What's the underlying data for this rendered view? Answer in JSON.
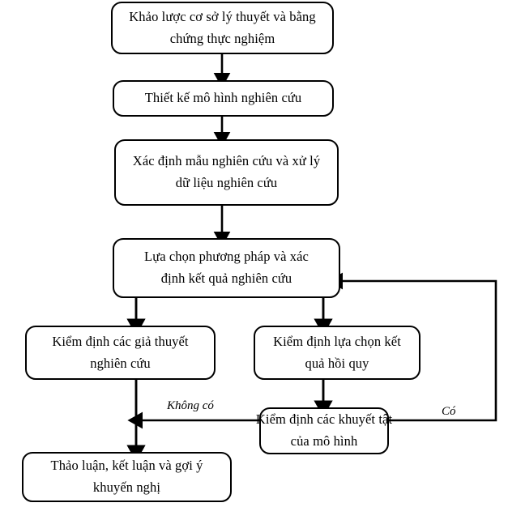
{
  "diagram": {
    "title": "Quy trinh nghien cuu",
    "type": "flowchart",
    "orientation": "top-to-bottom",
    "stroke_color": "#000000",
    "fill_color": "#ffffff",
    "nodes": [
      {
        "id": "literature-review",
        "shape": "rounded-rectangle",
        "line1": "Khảo lược cơ sở lý thuyết và bằng",
        "line2": "chứng thực nghiệm"
      },
      {
        "id": "research-model-design",
        "shape": "rounded-rectangle",
        "line1": "Thiết kế mô hình nghiên cứu",
        "line2": ""
      },
      {
        "id": "sample-and-data",
        "shape": "rounded-rectangle",
        "line1": "Xác định mẫu nghiên cứu và xử lý",
        "line2": "dữ liệu nghiên cứu"
      },
      {
        "id": "method-and-results",
        "shape": "rounded-rectangle",
        "line1": "Lựa chọn phương pháp và xác",
        "line2": "định kết quả nghiên cứu"
      },
      {
        "id": "hypothesis-testing",
        "shape": "rounded-rectangle",
        "line1": "Kiểm định các giả thuyết",
        "line2": "nghiên cứu"
      },
      {
        "id": "regression-selection-testing",
        "shape": "rounded-rectangle",
        "line1": "Kiểm định lựa chọn kết",
        "line2": "quả hồi quy"
      },
      {
        "id": "model-defect-testing",
        "shape": "rounded-rectangle",
        "line1": "Kiểm định các khuyết tật",
        "line2": "của mô hình"
      },
      {
        "id": "discussion-conclusion",
        "shape": "rounded-rectangle",
        "line1": "Thảo luận, kết luận và gợi ý",
        "line2": "khuyến nghị"
      }
    ],
    "edge_labels": {
      "no_defect": "Không có",
      "has_defect": "Có"
    }
  }
}
